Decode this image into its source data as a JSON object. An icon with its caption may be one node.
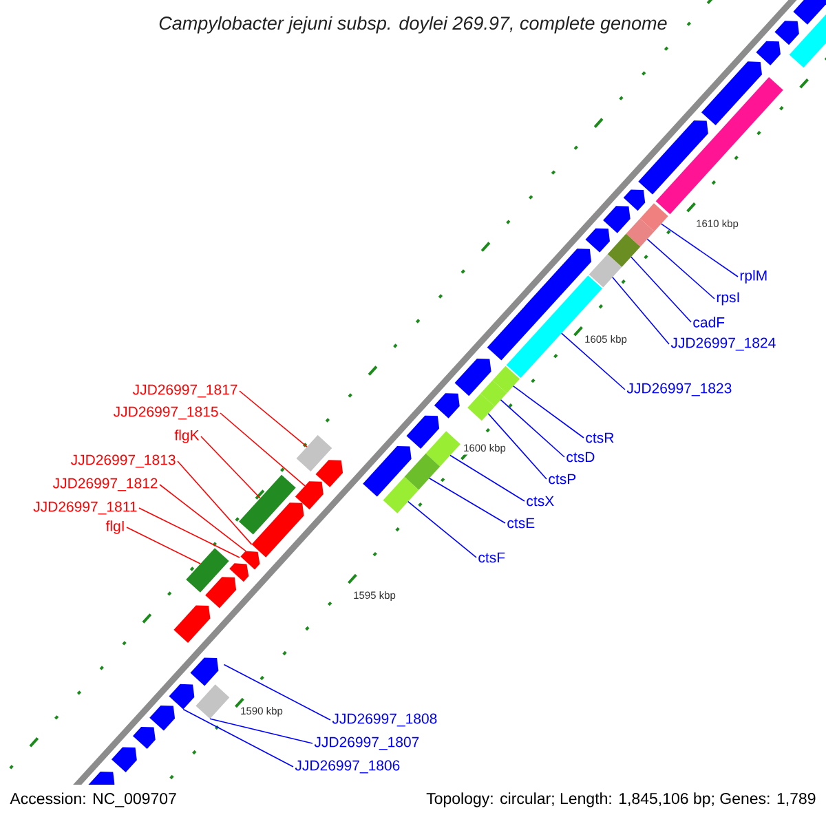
{
  "diagram": {
    "title": "Campylobacter jejuni subsp. doylei 269.97, complete genome",
    "nodes": [
      {
        "text": [
          "rplM"
        ]
      },
      {
        "text": [
          "rpsI"
        ]
      },
      {
        "text": [
          "cadF"
        ]
      },
      {
        "text": [
          "JJD26997_1824"
        ]
      },
      {
        "text": [
          "JJD26997_1823"
        ]
      },
      {
        "text": [
          "JJD26997_1817"
        ]
      },
      {
        "text": [
          "JJD26997_1815"
        ]
      },
      {
        "text": [
          "flgK"
        ]
      },
      {
        "text": [
          "ctsR"
        ]
      },
      {
        "text": [
          "ctsD"
        ]
      },
      {
        "text": [
          "JJD26997_1813"
        ]
      },
      {
        "text": [
          "ctsP"
        ]
      },
      {
        "text": [
          "JJD26997_1812"
        ]
      },
      {
        "text": [
          "ctsX"
        ]
      },
      {
        "text": [
          "JJD26997_1811"
        ]
      },
      {
        "text": [
          "ctsE"
        ]
      },
      {
        "text": [
          "flgI"
        ]
      },
      {
        "text": [
          "ctsF"
        ]
      },
      {
        "text": [
          "JJD26997_1808"
        ]
      },
      {
        "text": [
          "JJD26997_1807"
        ]
      },
      {
        "text": [
          "JJD26997_1806"
        ]
      },
      {
        "text": [],
        "shape": "diamond"
      },
      {
        "text": [],
        "shape": "diamond"
      },
      {
        "text": [],
        "shape": "box"
      },
      {
        "text": [],
        "shape": "box"
      },
      {
        "text": [],
        "shape": "box"
      },
      {
        "text": [],
        "shape": "diamond"
      },
      {
        "text": [],
        "shape": "diamond"
      },
      {
        "text": [],
        "shape": "diamond"
      },
      {
        "text": [],
        "shape": "box"
      },
      {
        "text": [],
        "shape": "box"
      },
      {
        "text": [],
        "shape": "arrow"
      },
      {
        "text": [],
        "shape": "box"
      },
      {
        "text": [],
        "shape": "box"
      },
      {
        "text": [],
        "shape": "box"
      },
      {
        "text": [],
        "shape": "arrow"
      },
      {
        "text": [],
        "shape": "arrow"
      },
      {
        "text": [],
        "shape": "arrow"
      },
      {
        "text": [],
        "shape": "box"
      },
      {
        "text": [],
        "shape": "arrow"
      },
      {
        "text": [],
        "shape": "box"
      },
      {
        "text": [],
        "shape": "arrow"
      },
      {
        "text": [],
        "shape": "arrow"
      },
      {
        "text": [],
        "shape": "box"
      },
      {
        "text": [],
        "shape": "arrow"
      },
      {
        "text": [],
        "shape": "arrow"
      },
      {
        "text": [],
        "shape": "arrow"
      },
      {
        "text": [],
        "shape": "box"
      },
      {
        "text": [],
        "shape": "arrow"
      },
      {
        "text": [],
        "shape": "arrow"
      },
      {
        "text": [],
        "shape": "arrow"
      },
      {
        "text": [],
        "shape": "arrow"
      },
      {
        "text": [],
        "shape": "arrow"
      },
      {
        "text": [],
        "shape": "arrow"
      },
      {
        "text": [],
        "shape": "arrow"
      },
      {
        "text": [],
        "shape": "arrow"
      },
      {
        "text": [],
        "shape": "arrow"
      },
      {
        "text": [],
        "shape": "arrow"
      },
      {
        "text": [],
        "shape": "arrow"
      },
      {
        "text": [],
        "shape": "arrow"
      },
      {
        "text": [],
        "shape": "arrow"
      },
      {
        "text": [],
        "shape": "arrow"
      },
      {
        "text": [],
        "shape": "arrow"
      },
      {
        "text": [],
        "shape": "arrow"
      }
    ],
    "edges": [
      {
        "from": 0,
        "to": 21,
        "arrow": "none"
      },
      {
        "from": 1,
        "to": 22,
        "arrow": "none"
      },
      {
        "from": 2,
        "to": 23,
        "arrow": "none"
      },
      {
        "from": 3,
        "to": 24,
        "arrow": "none"
      },
      {
        "from": 4,
        "to": 25,
        "arrow": "none"
      },
      {
        "from": 5,
        "to": 29,
        "arrow": "none",
        "color": "#ff0000"
      },
      {
        "from": 6,
        "to": 31,
        "arrow": "none",
        "color": "#ff0000"
      },
      {
        "from": 7,
        "to": 33,
        "arrow": "none",
        "color": "#ff0000"
      },
      {
        "from": 8,
        "to": 26,
        "arrow": "none"
      },
      {
        "from": 9,
        "to": 27,
        "arrow": "none"
      },
      {
        "from": 10,
        "to": 35,
        "arrow": "none",
        "color": "#ff0000"
      },
      {
        "from": 11,
        "to": 28,
        "arrow": "none"
      },
      {
        "from": 12,
        "to": 36,
        "arrow": "none",
        "color": "#ff0000"
      },
      {
        "from": 13,
        "to": 30,
        "arrow": "none"
      },
      {
        "from": 14,
        "to": 37,
        "arrow": "none",
        "color": "#ff0000"
      },
      {
        "from": 15,
        "to": 32,
        "arrow": "none"
      },
      {
        "from": 16,
        "to": 38,
        "arrow": "none",
        "color": "#ff0000"
      },
      {
        "from": 17,
        "to": 34,
        "arrow": "none"
      },
      {
        "from": 18,
        "to": 39,
        "arrow": "none"
      },
      {
        "from": 19,
        "to": 40,
        "arrow": "none"
      },
      {
        "from": 20,
        "to": 41,
        "arrow": "none"
      }
    ],
    "labels": [
      "1610 kbp",
      "1605 kbp",
      "1600 kbp",
      "1595 kbp",
      "1590 kbp",
      "Accession: NC_009707",
      "Topology: circular; Length: 1,845,106 bp; Genes: 1,789"
    ]
  }
}
